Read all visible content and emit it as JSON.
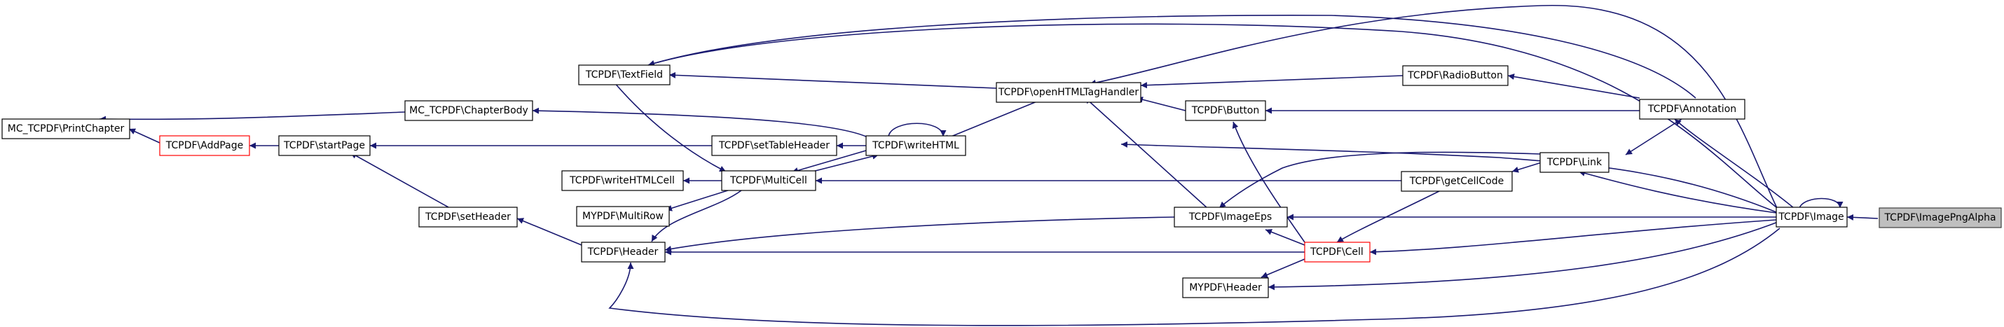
{
  "nodes": {
    "mc_printchapter": "MC_TCPDF\\PrintChapter",
    "addpage": "TCPDF\\AddPage",
    "startpage": "TCPDF\\startPage",
    "setheader": "TCPDF\\setHeader",
    "chapterbody": "MC_TCPDF\\ChapterBody",
    "textfield": "TCPDF\\TextField",
    "settableheader": "TCPDF\\setTableHeader",
    "writehtmlcell": "TCPDF\\writeHTMLCell",
    "mypdf_multirow": "MYPDF\\MultiRow",
    "tcpdf_header": "TCPDF\\Header",
    "multicell": "TCPDF\\MultiCell",
    "writehtml": "TCPDF\\writeHTML",
    "openhtmltaghandler": "TCPDF\\openHTMLTagHandler",
    "button": "TCPDF\\Button",
    "imageeps": "TCPDF\\ImageEps",
    "cell": "TCPDF\\Cell",
    "mypdf_header": "MYPDF\\Header",
    "radiobutton": "TCPDF\\RadioButton",
    "getcellcode": "TCPDF\\getCellCode",
    "link": "TCPDF\\Link",
    "annotation": "TCPDF\\Annotation",
    "image": "TCPDF\\Image",
    "imagepngalpha": "TCPDF\\ImagePngAlpha"
  },
  "colors": {
    "edge": "#191970",
    "node_border": "#000000",
    "highlight_border": "#ff0000",
    "selected_fill": "#bfbfbf"
  }
}
